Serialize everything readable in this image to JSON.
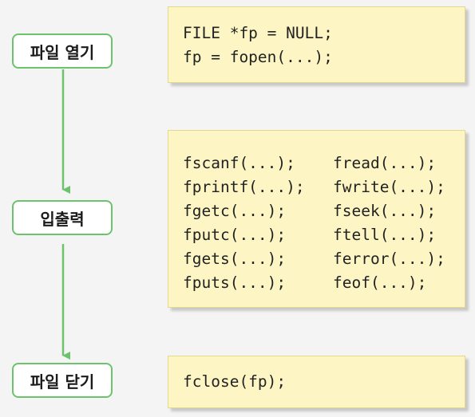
{
  "steps": {
    "open_label": "파일 열기",
    "io_label": "입출력",
    "close_label": "파일 닫기"
  },
  "code": {
    "open": [
      "FILE *fp = NULL;",
      "fp = fopen(...);"
    ],
    "io_left": [
      "fscanf(...);",
      "fprintf(...);",
      "fgetc(...);",
      "fputc(...);",
      "fgets(...);",
      "fputs(...);"
    ],
    "io_right": [
      "fread(...);",
      "fwrite(...);",
      "fseek(...);",
      "ftell(...);",
      "ferror(...);",
      "feof(...);"
    ],
    "close": [
      "fclose(fp);"
    ]
  },
  "colors": {
    "step_border": "#6cc36c",
    "arrow": "#6cc36c",
    "code_background": "#fdf6c4",
    "page_background": "#f4f4f4"
  }
}
